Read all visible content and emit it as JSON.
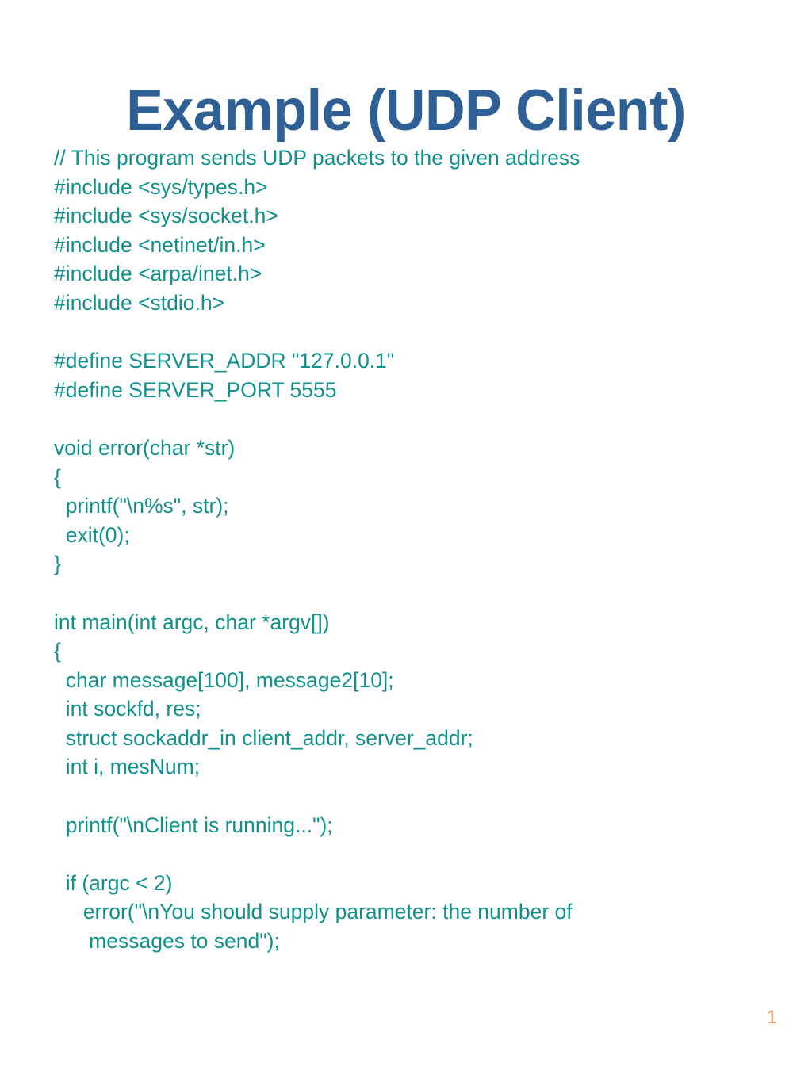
{
  "slide": {
    "title": "Example (UDP Client)",
    "page_number": "1",
    "title_color": "#2E6096",
    "code_color": "#11918C",
    "page_number_color": "#E8956B",
    "background_color": "#FFFFFF"
  },
  "code": {
    "language": "c",
    "lines": [
      "// This program sends UDP packets to the given address",
      "#include <sys/types.h>",
      "#include <sys/socket.h>",
      "#include <netinet/in.h>",
      "#include <arpa/inet.h>",
      "#include <stdio.h>",
      "",
      "#define SERVER_ADDR \"127.0.0.1\"",
      "#define SERVER_PORT 5555",
      "",
      "void error(char *str)",
      "{",
      "  printf(\"\\n%s\", str);",
      "  exit(0);",
      "}",
      "",
      "int main(int argc, char *argv[])",
      "{",
      "  char message[100], message2[10];",
      "  int sockfd, res;",
      "  struct sockaddr_in client_addr, server_addr;",
      "  int i, mesNum;",
      "",
      "  printf(\"\\nClient is running...\");",
      "",
      "  if (argc < 2)",
      "     error(\"\\nYou should supply parameter: the number of",
      "      messages to send\");"
    ]
  }
}
